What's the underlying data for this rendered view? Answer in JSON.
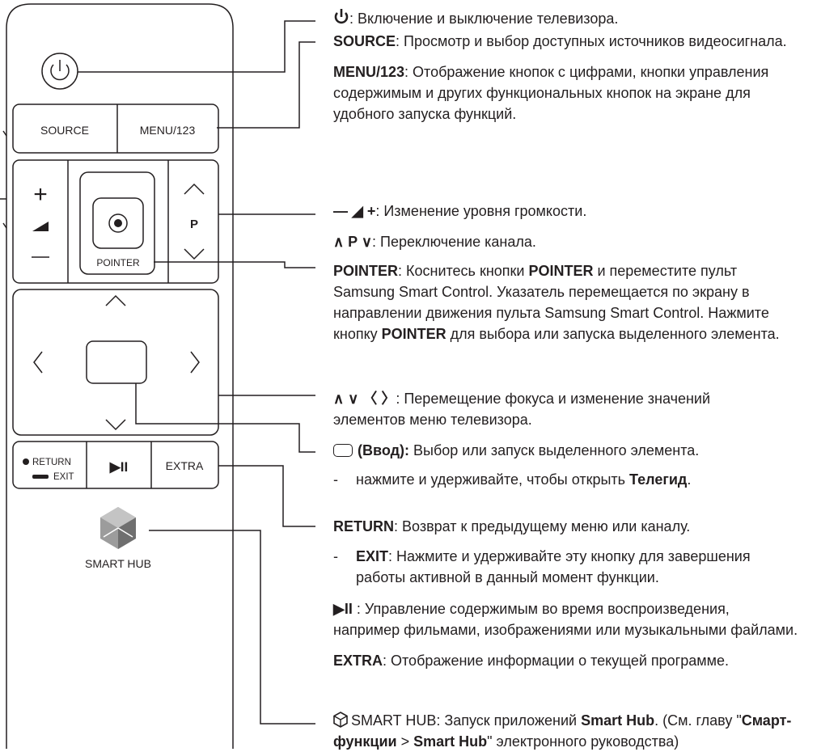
{
  "remote": {
    "source_label": "SOURCE",
    "menu_label": "MENU/123",
    "p_label": "P",
    "pointer_label": "POINTER",
    "return_label": "RETURN",
    "exit_label": "EXIT",
    "playpause_label": "▶II",
    "extra_label": "EXTRA",
    "smarthub_label": "SMART HUB",
    "volume_plus": "+",
    "volume_minus": "—"
  },
  "descriptions": {
    "power": {
      "text": ": Включение и выключение телевизора."
    },
    "source": {
      "key": "SOURCE",
      "text": ": Просмотр и выбор доступных источников видеосигнала."
    },
    "menu": {
      "key": "MENU/123",
      "lines": [
        ": Отображение кнопок с цифрами, кнопки управления",
        "содержимым и других функциональных кнопок на экране для",
        "удобного запуска функций."
      ]
    },
    "volume": {
      "symbols": "— ◢ +",
      "text": ": Изменение уровня громкости."
    },
    "channel": {
      "symbols": "∧ P ∨",
      "text": ": Переключение канала."
    },
    "pointer": {
      "key": "POINTER",
      "l1a": ": Коснитесь кнопки ",
      "l1key": "POINTER",
      "l1b": " и переместите пульт",
      "l2": "Samsung Smart Control. Указатель перемещается по экрану в",
      "l3": "направлении движения пульта Samsung Smart Control. Нажмите",
      "l4a": "кнопку ",
      "l4key": "POINTER",
      "l4b": " для выбора или запуска выделенного элемента."
    },
    "nav": {
      "symbols": "∧ ∨ 〈 〉",
      "l1": ": Перемещение фокуса и изменение значений",
      "l2": "элементов меню телевизора."
    },
    "enter": {
      "key": "(Ввод):",
      "text": " Выбор или запуск выделенного элемента."
    },
    "enter_hold": {
      "dash": "-",
      "text": "нажмите и удерживайте, чтобы открыть ",
      "key": "Телегид",
      "end": "."
    },
    "return": {
      "key": "RETURN",
      "text": ": Возврат к предыдущему меню или каналу."
    },
    "exit": {
      "dash": "-",
      "key": "EXIT",
      "l1": ": Нажмите и удерживайте эту кнопку для завершения",
      "l2": "работы активной в данный момент функции."
    },
    "playpause": {
      "symbol": "▶II",
      "l1": " : Управление содержимым во время воспроизведения,",
      "l2": "например фильмами, изображениями или музыкальными файлами."
    },
    "extra": {
      "key": "EXTRA",
      "text": ": Отображение информации о текущей программе."
    },
    "smarthub": {
      "key": "SMART HUB",
      "l1a": ": Запуск приложений ",
      "l1key": "Smart Hub",
      "l1b": ". (См. главу \"",
      "l1key2": "Смарт-",
      "l2key": "функции",
      "l2a": " > ",
      "l2key2": "Smart Hub",
      "l2b": "\" электронного руководства)"
    }
  }
}
